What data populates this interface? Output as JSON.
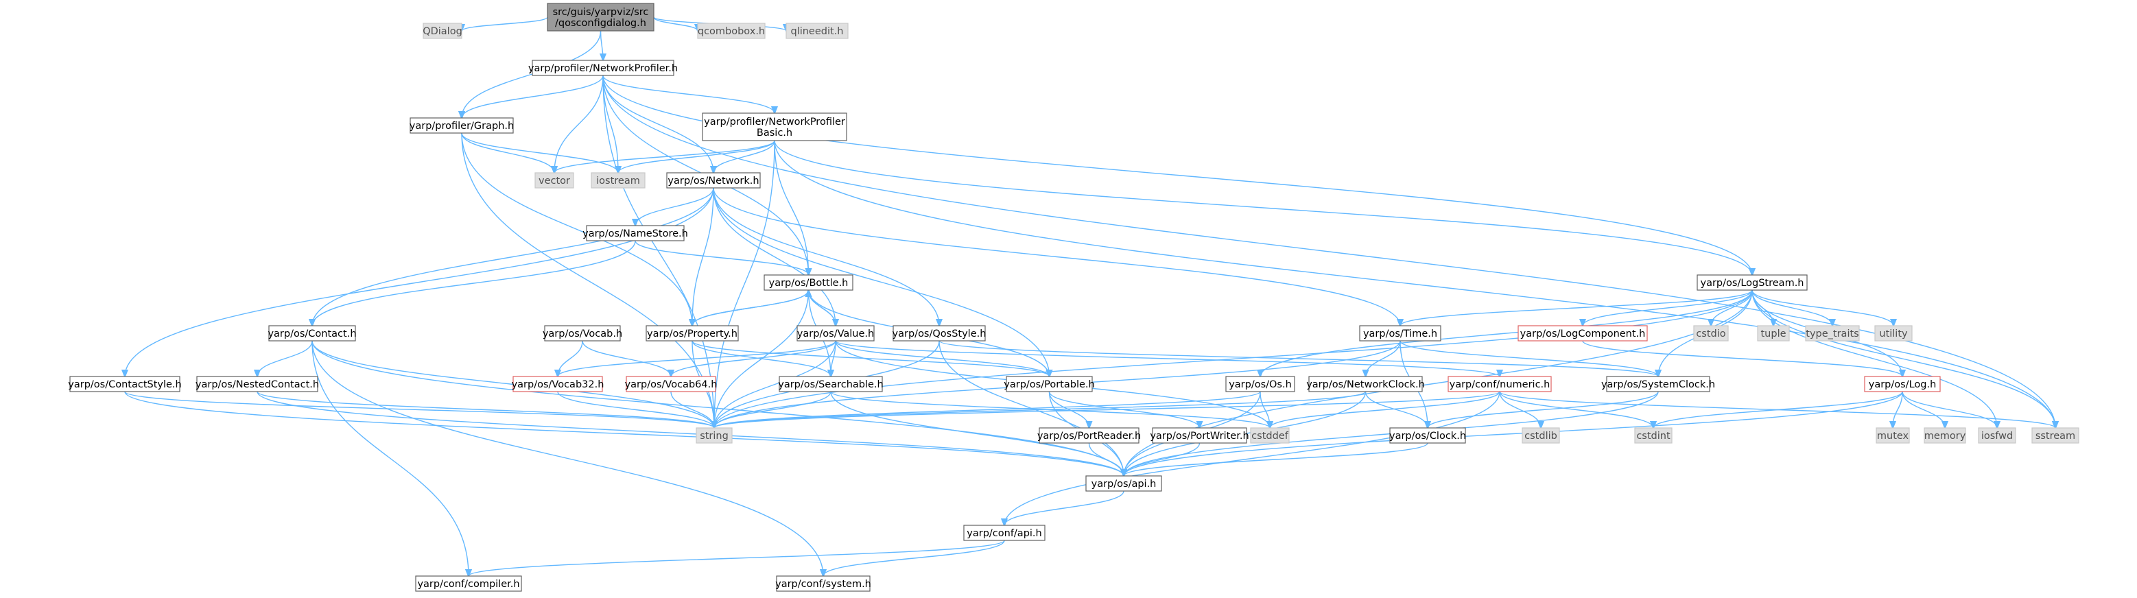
{
  "nodes": {
    "root": {
      "lines": [
        "src/guis/yarpviz/src",
        "/qosconfigdialog.h"
      ],
      "kind": "root"
    },
    "QDialog": {
      "lines": [
        "QDialog"
      ],
      "kind": "sys"
    },
    "NetworkProfiler": {
      "lines": [
        "yarp/profiler/NetworkProfiler.h"
      ],
      "kind": "file"
    },
    "qcombobox": {
      "lines": [
        "qcombobox.h"
      ],
      "kind": "sys"
    },
    "qlineedit": {
      "lines": [
        "qlineedit.h"
      ],
      "kind": "sys"
    },
    "Graph": {
      "lines": [
        "yarp/profiler/Graph.h"
      ],
      "kind": "file"
    },
    "NPBasic": {
      "lines": [
        "yarp/profiler/NetworkProfiler",
        "Basic.h"
      ],
      "kind": "file"
    },
    "vector": {
      "lines": [
        "vector"
      ],
      "kind": "sys"
    },
    "iostream": {
      "lines": [
        "iostream"
      ],
      "kind": "sys"
    },
    "Network": {
      "lines": [
        "yarp/os/Network.h"
      ],
      "kind": "file"
    },
    "NameStore": {
      "lines": [
        "yarp/os/NameStore.h"
      ],
      "kind": "file"
    },
    "Bottle": {
      "lines": [
        "yarp/os/Bottle.h"
      ],
      "kind": "file"
    },
    "LogStream": {
      "lines": [
        "yarp/os/LogStream.h"
      ],
      "kind": "file"
    },
    "Contact": {
      "lines": [
        "yarp/os/Contact.h"
      ],
      "kind": "file"
    },
    "Vocab": {
      "lines": [
        "yarp/os/Vocab.h"
      ],
      "kind": "file"
    },
    "Property": {
      "lines": [
        "yarp/os/Property.h"
      ],
      "kind": "file"
    },
    "Value": {
      "lines": [
        "yarp/os/Value.h"
      ],
      "kind": "file"
    },
    "QosStyle": {
      "lines": [
        "yarp/os/QosStyle.h"
      ],
      "kind": "file"
    },
    "Time": {
      "lines": [
        "yarp/os/Time.h"
      ],
      "kind": "file"
    },
    "LogComponent": {
      "lines": [
        "yarp/os/LogComponent.h"
      ],
      "kind": "red"
    },
    "cstdio": {
      "lines": [
        "cstdio"
      ],
      "kind": "sys"
    },
    "tuple": {
      "lines": [
        "tuple"
      ],
      "kind": "sys"
    },
    "type_traits": {
      "lines": [
        "type_traits"
      ],
      "kind": "sys"
    },
    "utility": {
      "lines": [
        "utility"
      ],
      "kind": "sys"
    },
    "ContactStyle": {
      "lines": [
        "yarp/os/ContactStyle.h"
      ],
      "kind": "file"
    },
    "NestedContact": {
      "lines": [
        "yarp/os/NestedContact.h"
      ],
      "kind": "file"
    },
    "Vocab32": {
      "lines": [
        "yarp/os/Vocab32.h"
      ],
      "kind": "red"
    },
    "Vocab64": {
      "lines": [
        "yarp/os/Vocab64.h"
      ],
      "kind": "red"
    },
    "Searchable": {
      "lines": [
        "yarp/os/Searchable.h"
      ],
      "kind": "file"
    },
    "Portable": {
      "lines": [
        "yarp/os/Portable.h"
      ],
      "kind": "file"
    },
    "Os": {
      "lines": [
        "yarp/os/Os.h"
      ],
      "kind": "file"
    },
    "NetworkClock": {
      "lines": [
        "yarp/os/NetworkClock.h"
      ],
      "kind": "file"
    },
    "numeric": {
      "lines": [
        "yarp/conf/numeric.h"
      ],
      "kind": "red"
    },
    "SystemClock": {
      "lines": [
        "yarp/os/SystemClock.h"
      ],
      "kind": "file"
    },
    "Log": {
      "lines": [
        "yarp/os/Log.h"
      ],
      "kind": "red"
    },
    "string": {
      "lines": [
        "string"
      ],
      "kind": "sys"
    },
    "cstddef": {
      "lines": [
        "cstddef"
      ],
      "kind": "sys"
    },
    "PortReader": {
      "lines": [
        "yarp/os/PortReader.h"
      ],
      "kind": "file"
    },
    "PortWriter": {
      "lines": [
        "yarp/os/PortWriter.h"
      ],
      "kind": "file"
    },
    "Clock": {
      "lines": [
        "yarp/os/Clock.h"
      ],
      "kind": "file"
    },
    "cstdlib": {
      "lines": [
        "cstdlib"
      ],
      "kind": "sys"
    },
    "cstdint": {
      "lines": [
        "cstdint"
      ],
      "kind": "sys"
    },
    "mutex": {
      "lines": [
        "mutex"
      ],
      "kind": "sys"
    },
    "memory": {
      "lines": [
        "memory"
      ],
      "kind": "sys"
    },
    "iosfwd": {
      "lines": [
        "iosfwd"
      ],
      "kind": "sys"
    },
    "sstream": {
      "lines": [
        "sstream"
      ],
      "kind": "sys"
    },
    "osapi": {
      "lines": [
        "yarp/os/api.h"
      ],
      "kind": "file"
    },
    "confapi": {
      "lines": [
        "yarp/conf/api.h"
      ],
      "kind": "file"
    },
    "compiler": {
      "lines": [
        "yarp/conf/compiler.h"
      ],
      "kind": "file"
    },
    "system": {
      "lines": [
        "yarp/conf/system.h"
      ],
      "kind": "file"
    }
  },
  "edges": [
    [
      "root",
      "QDialog"
    ],
    [
      "root",
      "NetworkProfiler"
    ],
    [
      "root",
      "Graph"
    ],
    [
      "root",
      "qcombobox"
    ],
    [
      "root",
      "qlineedit"
    ],
    [
      "NetworkProfiler",
      "Graph"
    ],
    [
      "NetworkProfiler",
      "NPBasic"
    ],
    [
      "NetworkProfiler",
      "vector"
    ],
    [
      "NetworkProfiler",
      "iostream"
    ],
    [
      "NetworkProfiler",
      "Network"
    ],
    [
      "NetworkProfiler",
      "Bottle"
    ],
    [
      "NetworkProfiler",
      "LogStream"
    ],
    [
      "NetworkProfiler",
      "string"
    ],
    [
      "NetworkProfiler",
      "sstream"
    ],
    [
      "Graph",
      "vector"
    ],
    [
      "Graph",
      "iostream"
    ],
    [
      "Graph",
      "Property"
    ],
    [
      "Graph",
      "string"
    ],
    [
      "NPBasic",
      "vector"
    ],
    [
      "NPBasic",
      "iostream"
    ],
    [
      "NPBasic",
      "Network"
    ],
    [
      "NPBasic",
      "Bottle"
    ],
    [
      "NPBasic",
      "LogStream"
    ],
    [
      "NPBasic",
      "string"
    ],
    [
      "NPBasic",
      "sstream"
    ],
    [
      "Network",
      "NameStore"
    ],
    [
      "Network",
      "Contact"
    ],
    [
      "Network",
      "ContactStyle"
    ],
    [
      "Network",
      "Property"
    ],
    [
      "Network",
      "Value"
    ],
    [
      "Network",
      "QosStyle"
    ],
    [
      "Network",
      "Portable"
    ],
    [
      "Network",
      "Time"
    ],
    [
      "NameStore",
      "Bottle"
    ],
    [
      "NameStore",
      "Contact"
    ],
    [
      "Bottle",
      "Property"
    ],
    [
      "Bottle",
      "Value"
    ],
    [
      "Bottle",
      "Searchable"
    ],
    [
      "Bottle",
      "Portable"
    ],
    [
      "Bottle",
      "string"
    ],
    [
      "Property",
      "Bottle"
    ],
    [
      "Property",
      "Searchable"
    ],
    [
      "Property",
      "Portable"
    ],
    [
      "Property",
      "string"
    ],
    [
      "Value",
      "Bottle"
    ],
    [
      "Value",
      "Vocab32"
    ],
    [
      "Value",
      "Vocab64"
    ],
    [
      "Value",
      "Searchable"
    ],
    [
      "Value",
      "Portable"
    ],
    [
      "Value",
      "numeric"
    ],
    [
      "Value",
      "cstddef"
    ],
    [
      "Value",
      "string"
    ],
    [
      "Contact",
      "NestedContact"
    ],
    [
      "Contact",
      "string"
    ],
    [
      "Contact",
      "osapi"
    ],
    [
      "Contact",
      "compiler"
    ],
    [
      "Contact",
      "system"
    ],
    [
      "ContactStyle",
      "string"
    ],
    [
      "ContactStyle",
      "osapi"
    ],
    [
      "NestedContact",
      "string"
    ],
    [
      "NestedContact",
      "osapi"
    ],
    [
      "Vocab",
      "Vocab32"
    ],
    [
      "Vocab",
      "Vocab64"
    ],
    [
      "Vocab32",
      "string"
    ],
    [
      "Vocab64",
      "string"
    ],
    [
      "Searchable",
      "string"
    ],
    [
      "Searchable",
      "cstddef"
    ],
    [
      "Searchable",
      "osapi"
    ],
    [
      "QosStyle",
      "string"
    ],
    [
      "QosStyle",
      "osapi"
    ],
    [
      "QosStyle",
      "SystemClock"
    ],
    [
      "Portable",
      "PortReader"
    ],
    [
      "Portable",
      "PortWriter"
    ],
    [
      "Portable",
      "osapi"
    ],
    [
      "PortReader",
      "osapi"
    ],
    [
      "PortWriter",
      "osapi"
    ],
    [
      "LogStream",
      "Time"
    ],
    [
      "LogStream",
      "LogComponent"
    ],
    [
      "LogStream",
      "Log"
    ],
    [
      "LogStream",
      "Os"
    ],
    [
      "LogStream",
      "string"
    ],
    [
      "LogStream",
      "cstdio"
    ],
    [
      "LogStream",
      "tuple"
    ],
    [
      "LogStream",
      "type_traits"
    ],
    [
      "LogStream",
      "utility"
    ],
    [
      "LogStream",
      "osapi"
    ],
    [
      "LogStream",
      "iosfwd"
    ],
    [
      "LogStream",
      "sstream"
    ],
    [
      "LogStream",
      "SystemClock"
    ],
    [
      "LogComponent",
      "Log"
    ],
    [
      "Time",
      "NetworkClock"
    ],
    [
      "Time",
      "SystemClock"
    ],
    [
      "Time",
      "Clock"
    ],
    [
      "Time",
      "string"
    ],
    [
      "Os",
      "string"
    ],
    [
      "Os",
      "cstddef"
    ],
    [
      "Os",
      "osapi"
    ],
    [
      "NetworkClock",
      "Clock"
    ],
    [
      "NetworkClock",
      "osapi"
    ],
    [
      "NetworkClock",
      "string"
    ],
    [
      "numeric",
      "cstdlib"
    ],
    [
      "numeric",
      "cstdint"
    ],
    [
      "numeric",
      "cstddef"
    ],
    [
      "numeric",
      "string"
    ],
    [
      "numeric",
      "confapi"
    ],
    [
      "numeric",
      "sstream"
    ],
    [
      "SystemClock",
      "Clock"
    ],
    [
      "SystemClock",
      "osapi"
    ],
    [
      "Clock",
      "osapi"
    ],
    [
      "Log",
      "mutex"
    ],
    [
      "Log",
      "memory"
    ],
    [
      "Log",
      "iosfwd"
    ],
    [
      "Log",
      "cstdint"
    ],
    [
      "Log",
      "osapi"
    ],
    [
      "osapi",
      "confapi"
    ],
    [
      "confapi",
      "compiler"
    ],
    [
      "confapi",
      "system"
    ]
  ]
}
